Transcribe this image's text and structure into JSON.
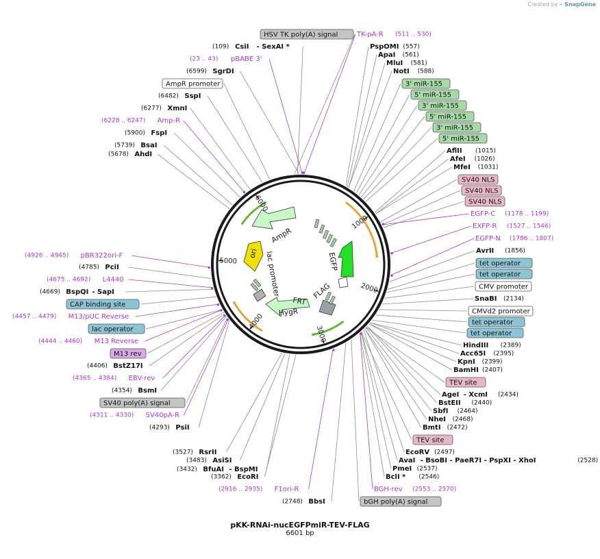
{
  "credit": {
    "prefix": "Created by",
    "brand": "SnapGene"
  },
  "plasmid": {
    "name": "pKK-RNAi-nucEGFPmiR-TEV-FLAG",
    "length": "6601 bp"
  },
  "ticks": [
    "1000",
    "2000",
    "3000",
    "4000",
    "5000",
    "6000"
  ],
  "inner_features": [
    {
      "label": "AmpR"
    },
    {
      "label": "ori"
    },
    {
      "label": "lac promoter"
    },
    {
      "label": "FRT"
    },
    {
      "label": "HygR"
    },
    {
      "label": "FLAG"
    },
    {
      "label": "EGFP"
    }
  ],
  "labels": [
    {
      "name": "HSV TK poly(A) signal",
      "kind": "grey"
    },
    {
      "name": "TK-pA-R",
      "range": "(511 .. 530)",
      "kind": "primer"
    },
    {
      "num": "(109)",
      "name": "CsiI",
      "extra": "- SexAI *",
      "kind": "enzyme"
    },
    {
      "name": "PspOMI",
      "num": "(557)",
      "kind": "enzyme"
    },
    {
      "range": "(23 .. 43)",
      "name": "pBABE 3'",
      "kind": "primer"
    },
    {
      "name": "ApaI",
      "num": "(561)",
      "kind": "enzyme"
    },
    {
      "name": "MluI",
      "num": "(581)",
      "kind": "enzyme"
    },
    {
      "num": "(6599)",
      "name": "SgrDI",
      "kind": "enzyme"
    },
    {
      "name": "NotI",
      "num": "(588)",
      "kind": "enzyme"
    },
    {
      "name": "AmpR promoter",
      "kind": "white"
    },
    {
      "name": "3' miR-155",
      "kind": "green"
    },
    {
      "num": "(6482)",
      "name": "SspI",
      "kind": "enzyme"
    },
    {
      "name": "5' miR-155",
      "kind": "green"
    },
    {
      "num": "(6277)",
      "name": "XmnI",
      "kind": "enzyme"
    },
    {
      "name": "3' miR-155",
      "kind": "green"
    },
    {
      "range": "(6228 .. 6247)",
      "name": "Amp-R",
      "kind": "primer"
    },
    {
      "name": "5' miR-155",
      "kind": "green"
    },
    {
      "num": "(5900)",
      "name": "FspI",
      "kind": "enzyme"
    },
    {
      "name": "3' miR-155",
      "kind": "green"
    },
    {
      "name": "5' miR-155",
      "kind": "green"
    },
    {
      "num": "(5739)",
      "name": "BsaI",
      "kind": "enzyme"
    },
    {
      "name": "AflII",
      "num": "(1015)",
      "kind": "enzyme"
    },
    {
      "num": "(5678)",
      "name": "AhdI",
      "kind": "enzyme"
    },
    {
      "name": "AfeI",
      "num": "(1026)",
      "kind": "enzyme"
    },
    {
      "name": "MfeI",
      "num": "(1031)",
      "kind": "enzyme"
    },
    {
      "name": "SV40 NLS",
      "kind": "pink"
    },
    {
      "name": "SV40 NLS",
      "kind": "pink"
    },
    {
      "name": "SV40 NLS",
      "kind": "pink"
    },
    {
      "name": "EGFP-C",
      "range": "(1178 .. 1199)",
      "kind": "primer"
    },
    {
      "name": "EXFP-R",
      "range": "(1527 .. 1546)",
      "kind": "primer"
    },
    {
      "name": "EGFP-N",
      "range": "(1786 .. 1807)",
      "kind": "primer"
    },
    {
      "range": "(4926 .. 4945)",
      "name": "pBR322ori-F",
      "kind": "primer"
    },
    {
      "name": "AvrII",
      "num": "(1856)",
      "kind": "enzyme"
    },
    {
      "num": "(4785)",
      "name": "PciI",
      "kind": "enzyme"
    },
    {
      "name": "tet operator",
      "kind": "blue"
    },
    {
      "range": "(4675 .. 4692)",
      "name": "L4440",
      "kind": "primer"
    },
    {
      "name": "tet operator",
      "kind": "blue"
    },
    {
      "num": "(4669)",
      "name": "BspQI",
      "extra": "- SapI",
      "kind": "enzyme"
    },
    {
      "name": "CMV promoter",
      "kind": "white"
    },
    {
      "name": "CAP binding site",
      "kind": "blue"
    },
    {
      "name": "SnaBI",
      "num": "(2134)",
      "kind": "enzyme"
    },
    {
      "range": "(4457 .. 4479)",
      "name": "M13/pUC Reverse",
      "kind": "primer"
    },
    {
      "name": "CMVd2 promoter",
      "kind": "white"
    },
    {
      "name": "tet operator",
      "kind": "blue"
    },
    {
      "name": "lac operator",
      "kind": "blue"
    },
    {
      "name": "tet operator",
      "kind": "blue"
    },
    {
      "range": "(4444 .. 4460)",
      "name": "M13 Reverse",
      "kind": "primer"
    },
    {
      "name": "HindIII",
      "num": "(2389)",
      "kind": "enzyme"
    },
    {
      "name": "Acc65I",
      "num": "(2395)",
      "kind": "enzyme"
    },
    {
      "name": "M13 rev",
      "kind": "purple"
    },
    {
      "name": "KpnI",
      "num": "(2399)",
      "kind": "enzyme"
    },
    {
      "num": "(4406)",
      "name": "BstZ17I",
      "kind": "enzyme"
    },
    {
      "name": "BamHI",
      "num": "(2407)",
      "kind": "enzyme"
    },
    {
      "range": "(4365 .. 4384)",
      "name": "EBV-rev",
      "kind": "primer"
    },
    {
      "name": "TEV site",
      "kind": "pink"
    },
    {
      "num": "(4354)",
      "name": "BsmI",
      "kind": "enzyme"
    },
    {
      "name": "AgeI",
      "extra": "- XcmI",
      "num": "(2434)",
      "kind": "enzyme"
    },
    {
      "name": "SV40 poly(A) signal",
      "kind": "grey"
    },
    {
      "name": "BstEII",
      "num": "(2440)",
      "kind": "enzyme"
    },
    {
      "range": "(4311 .. 4330)",
      "name": "SV40pA-R",
      "kind": "primer"
    },
    {
      "name": "SbfI",
      "num": "(2464)",
      "kind": "enzyme"
    },
    {
      "name": "NheI",
      "num": "(2468)",
      "kind": "enzyme"
    },
    {
      "num": "(4293)",
      "name": "PsiI",
      "kind": "enzyme"
    },
    {
      "name": "BmtI",
      "num": "(2472)",
      "kind": "enzyme"
    },
    {
      "name": "TEV site",
      "kind": "pink"
    },
    {
      "num": "(3527)",
      "name": "RsrII",
      "kind": "enzyme"
    },
    {
      "name": "EcoRV",
      "num": "(2497)",
      "kind": "enzyme"
    },
    {
      "num": "(3483)",
      "name": "AsiSI",
      "kind": "enzyme"
    },
    {
      "name": "AvaI",
      "extra": "- BsoBI  - PaeR7I  - PspXI  - XhoI",
      "num": "(2528)",
      "kind": "enzyme"
    },
    {
      "num": "(3432)",
      "name": "BfuAI",
      "extra": "- BspMI",
      "kind": "enzyme"
    },
    {
      "name": "PmeI",
      "num": "(2537)",
      "kind": "enzyme"
    },
    {
      "num": "(3362)",
      "name": "EcoRI",
      "kind": "enzyme"
    },
    {
      "name": "BclI *",
      "num": "(2546)",
      "kind": "enzyme"
    },
    {
      "range": "(2916 .. 2935)",
      "name": "F1ori-R",
      "kind": "primer"
    },
    {
      "name": "BGH-rev",
      "range": "(2553 .. 2570)",
      "kind": "primer"
    },
    {
      "num": "(2748)",
      "name": "BbsI",
      "kind": "enzyme"
    },
    {
      "name": "bGH poly(A) signal",
      "kind": "grey"
    }
  ],
  "colors": {
    "primer": "#a838c8",
    "enzyme": "#000000",
    "grey_fill": "#c4c4c4",
    "green_fill": "#a8d8a8",
    "pink_fill": "#e8b8c8",
    "blue_fill": "#8cc4d4",
    "purple_fill": "#d8a8e8",
    "egfp": "#22e022",
    "ori": "#f0e000",
    "resistance": "#c8f8c8",
    "orange_arc": "#e8a040",
    "green_arc": "#60b830"
  }
}
